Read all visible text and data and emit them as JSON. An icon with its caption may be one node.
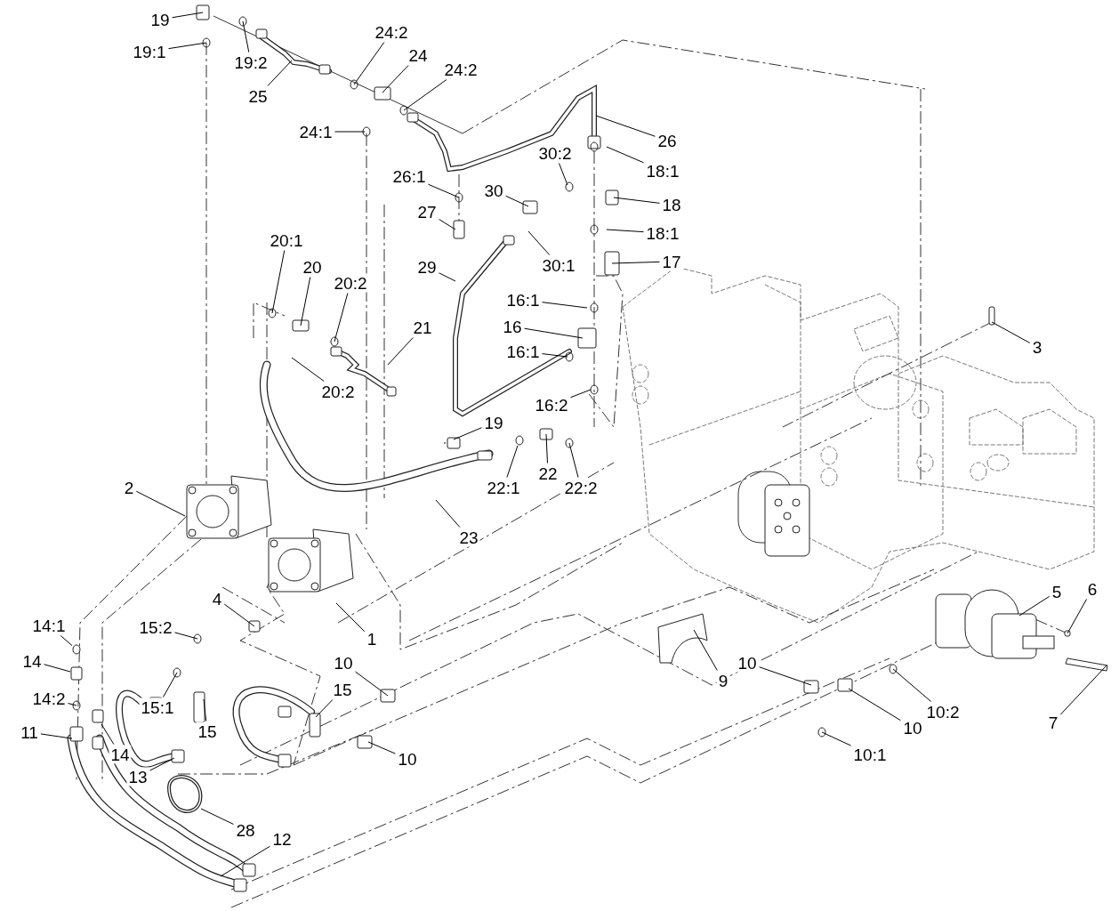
{
  "diagram": {
    "nodes": [
      {
        "text": [
          "19"
        ]
      },
      {
        "text": [
          "19:1"
        ]
      },
      {
        "text": [
          "19:2"
        ]
      },
      {
        "text": [
          "25"
        ]
      },
      {
        "text": [
          "24:2"
        ]
      },
      {
        "text": [
          "24"
        ]
      },
      {
        "text": [
          "24:2"
        ]
      },
      {
        "text": [
          "24:1"
        ]
      },
      {
        "text": [
          "26"
        ]
      },
      {
        "text": [
          "18:1"
        ]
      },
      {
        "text": [
          "18"
        ]
      },
      {
        "text": [
          "18:1"
        ]
      },
      {
        "text": [
          "17"
        ]
      },
      {
        "text": [
          "30:2"
        ]
      },
      {
        "text": [
          "26:1"
        ]
      },
      {
        "text": [
          "30"
        ]
      },
      {
        "text": [
          "27"
        ]
      },
      {
        "text": [
          "30:1"
        ]
      },
      {
        "text": [
          "29"
        ]
      },
      {
        "text": [
          "16:1"
        ]
      },
      {
        "text": [
          "16"
        ]
      },
      {
        "text": [
          "16:1"
        ]
      },
      {
        "text": [
          "16:2"
        ]
      },
      {
        "text": [
          "3"
        ]
      },
      {
        "text": [
          "20:1"
        ]
      },
      {
        "text": [
          "20"
        ]
      },
      {
        "text": [
          "20:2"
        ]
      },
      {
        "text": [
          "21"
        ]
      },
      {
        "text": [
          "20:2"
        ]
      },
      {
        "text": [
          "19"
        ]
      },
      {
        "text": [
          "22:1"
        ]
      },
      {
        "text": [
          "22"
        ]
      },
      {
        "text": [
          "22:2"
        ]
      },
      {
        "text": [
          "23"
        ]
      },
      {
        "text": [
          "2"
        ]
      },
      {
        "text": [
          "4"
        ]
      },
      {
        "text": [
          "1"
        ]
      },
      {
        "text": [
          "14:1"
        ]
      },
      {
        "text": [
          "14"
        ]
      },
      {
        "text": [
          "14:2"
        ]
      },
      {
        "text": [
          "11"
        ]
      },
      {
        "text": [
          "14"
        ]
      },
      {
        "text": [
          "15:2"
        ]
      },
      {
        "text": [
          "15:1"
        ]
      },
      {
        "text": [
          "15"
        ]
      },
      {
        "text": [
          "15"
        ]
      },
      {
        "text": [
          "13"
        ]
      },
      {
        "text": [
          "10"
        ]
      },
      {
        "text": [
          "10"
        ]
      },
      {
        "text": [
          "28"
        ]
      },
      {
        "text": [
          "12"
        ]
      },
      {
        "text": [
          "9"
        ]
      },
      {
        "text": [
          "5"
        ]
      },
      {
        "text": [
          "6"
        ]
      },
      {
        "text": [
          "7"
        ]
      },
      {
        "text": [
          "10"
        ]
      },
      {
        "text": [
          "10"
        ]
      },
      {
        "text": [
          "10:2"
        ]
      },
      {
        "text": [
          "10:1"
        ]
      },
      {
        "text": [],
        "shape": "box"
      },
      {
        "text": [],
        "shape": "circle"
      },
      {
        "text": [],
        "shape": "circle"
      }
    ],
    "edges": [
      {
        "from": 0,
        "to": null,
        "arrow": "none"
      },
      {
        "from": 1,
        "to": null,
        "arrow": "none"
      },
      {
        "from": 2,
        "to": null,
        "arrow": "none"
      },
      {
        "from": 3,
        "to": null,
        "arrow": "none"
      },
      {
        "from": 4,
        "to": null,
        "arrow": "none"
      },
      {
        "from": 5,
        "to": null,
        "arrow": "none"
      },
      {
        "from": 6,
        "to": null,
        "arrow": "none"
      },
      {
        "from": 7,
        "to": null,
        "arrow": "none"
      },
      {
        "from": 8,
        "to": null,
        "arrow": "none"
      },
      {
        "from": 9,
        "to": null,
        "arrow": "none"
      },
      {
        "from": 10,
        "to": null,
        "arrow": "none"
      },
      {
        "from": 11,
        "to": null,
        "arrow": "none"
      },
      {
        "from": 12,
        "to": null,
        "arrow": "none"
      },
      {
        "from": 13,
        "to": null,
        "arrow": "none"
      },
      {
        "from": 14,
        "to": null,
        "arrow": "none"
      },
      {
        "from": 15,
        "to": null,
        "arrow": "none"
      },
      {
        "from": 16,
        "to": null,
        "arrow": "none"
      },
      {
        "from": 17,
        "to": null,
        "arrow": "none"
      },
      {
        "from": 18,
        "to": null,
        "arrow": "none"
      },
      {
        "from": 19,
        "to": null,
        "arrow": "none"
      },
      {
        "from": 20,
        "to": null,
        "arrow": "none"
      },
      {
        "from": 21,
        "to": null,
        "arrow": "none"
      },
      {
        "from": 22,
        "to": null,
        "arrow": "none"
      },
      {
        "from": 23,
        "to": null,
        "arrow": "none"
      },
      {
        "from": 24,
        "to": null,
        "arrow": "none"
      },
      {
        "from": 25,
        "to": null,
        "arrow": "none"
      },
      {
        "from": 26,
        "to": null,
        "arrow": "none"
      },
      {
        "from": 27,
        "to": null,
        "arrow": "none"
      },
      {
        "from": 28,
        "to": null,
        "arrow": "none"
      },
      {
        "from": 29,
        "to": null,
        "arrow": "none"
      },
      {
        "from": 30,
        "to": 60,
        "arrow": "none"
      },
      {
        "from": 31,
        "to": null,
        "arrow": "none"
      },
      {
        "from": 32,
        "to": null,
        "arrow": "none"
      },
      {
        "from": 33,
        "to": null,
        "arrow": "none"
      },
      {
        "from": 34,
        "to": null,
        "arrow": "none"
      },
      {
        "from": 35,
        "to": null,
        "arrow": "none"
      },
      {
        "from": 36,
        "to": null,
        "arrow": "none"
      },
      {
        "from": 37,
        "to": 61,
        "arrow": "none"
      },
      {
        "from": 38,
        "to": 59,
        "arrow": "none"
      },
      {
        "from": 39,
        "to": null,
        "arrow": "none"
      },
      {
        "from": 40,
        "to": null,
        "arrow": "none"
      },
      {
        "from": 41,
        "to": null,
        "arrow": "none"
      },
      {
        "from": 42,
        "to": null,
        "arrow": "none"
      },
      {
        "from": 43,
        "to": null,
        "arrow": "none"
      },
      {
        "from": 44,
        "to": null,
        "arrow": "none"
      },
      {
        "from": 45,
        "to": null,
        "arrow": "none"
      },
      {
        "from": 46,
        "to": null,
        "arrow": "none"
      },
      {
        "from": 47,
        "to": null,
        "arrow": "none"
      },
      {
        "from": 48,
        "to": null,
        "arrow": "none"
      },
      {
        "from": 49,
        "to": null,
        "arrow": "none"
      },
      {
        "from": 50,
        "to": null,
        "arrow": "none"
      },
      {
        "from": 51,
        "to": null,
        "arrow": "none"
      },
      {
        "from": 52,
        "to": null,
        "arrow": "none"
      },
      {
        "from": 53,
        "to": null,
        "arrow": "none"
      },
      {
        "from": 54,
        "to": null,
        "arrow": "none"
      },
      {
        "from": 55,
        "to": null,
        "arrow": "none"
      },
      {
        "from": 56,
        "to": null,
        "arrow": "none"
      },
      {
        "from": 57,
        "to": null,
        "arrow": "none"
      },
      {
        "from": 58,
        "to": null,
        "arrow": "none"
      }
    ]
  }
}
